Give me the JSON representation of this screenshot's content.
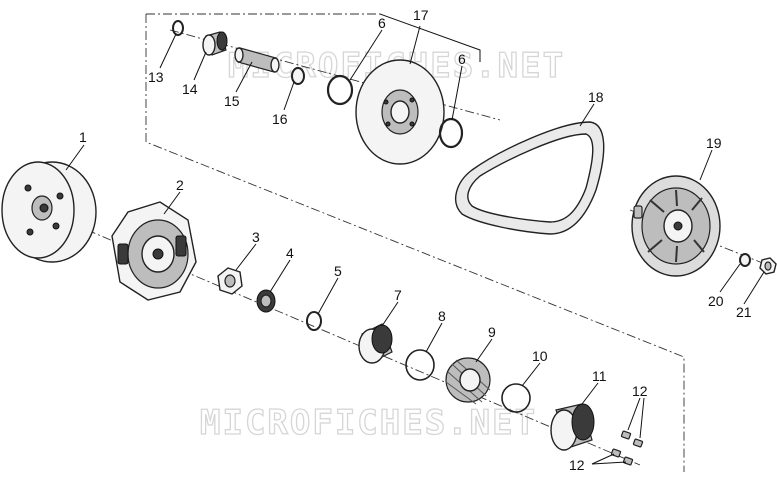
{
  "watermark": {
    "top": "MICROFICHES.NET",
    "bottom": "MICROFICHES.NET"
  },
  "callouts": [
    "1",
    "2",
    "3",
    "4",
    "5",
    "6",
    "6",
    "7",
    "8",
    "9",
    "10",
    "11",
    "12",
    "12",
    "13",
    "14",
    "15",
    "16",
    "17",
    "18",
    "19",
    "20",
    "21"
  ]
}
